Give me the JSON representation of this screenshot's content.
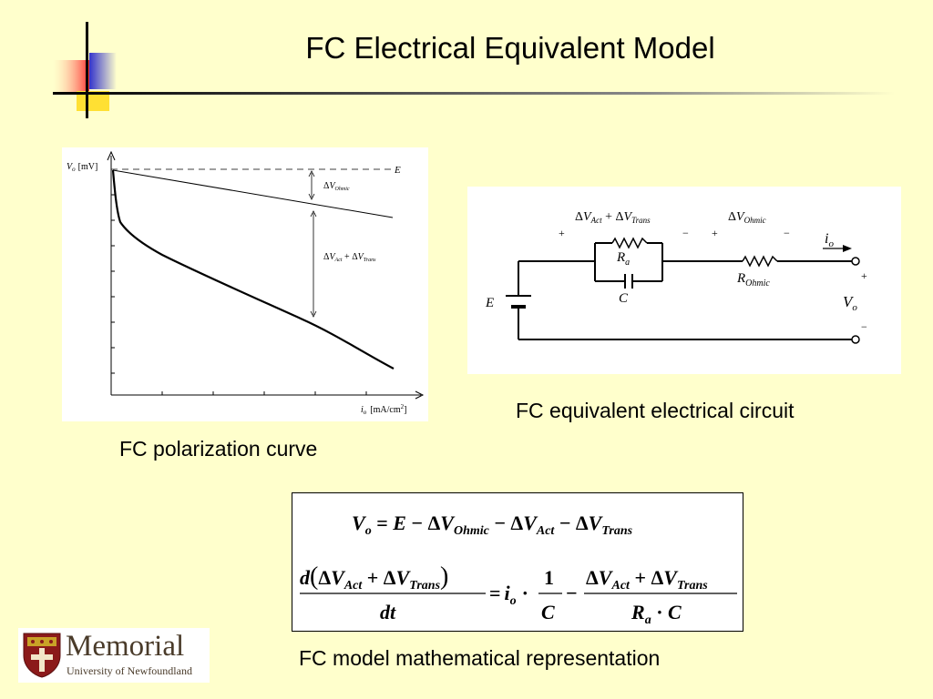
{
  "slide": {
    "title": "FC Electrical Equivalent Model",
    "accent_colors": {
      "red": "#FF3333",
      "blue": "#3333CC",
      "yellow": "#FFE033",
      "line": "#000000"
    }
  },
  "polarization_chart": {
    "caption": "FC polarization curve",
    "y_axis_label": {
      "main": "V",
      "sub": "o",
      "unit": "[mV]"
    },
    "x_axis_label": {
      "main": "i",
      "sub": "o",
      "unit": "[mA/cm",
      "sup": "2",
      "close": "]"
    },
    "reference_label": "E",
    "ohmic_drop_label": {
      "delta": "Δ",
      "main": "V",
      "sub": "Ohmic"
    },
    "act_trans_label": {
      "d1": "Δ",
      "v1": "V",
      "s1": "Act",
      "plus": " + ",
      "d2": "Δ",
      "v2": "V",
      "s2": "Trans"
    }
  },
  "circuit": {
    "caption": "FC equivalent electrical circuit",
    "top_left_label": {
      "d1": "Δ",
      "v1": "V",
      "s1": "Act",
      "plus": " + ",
      "d2": "Δ",
      "v2": "V",
      "s2": "Trans"
    },
    "top_right_label": {
      "d": "Δ",
      "v": "V",
      "s": "Ohmic"
    },
    "plus": "+",
    "minus": "−",
    "current_label": {
      "main": "i",
      "sub": "o"
    },
    "ra_label": {
      "main": "R",
      "sub": "a"
    },
    "c_label": "C",
    "rohmic_label": {
      "main": "R",
      "sub": "Ohmic"
    },
    "e_label": "E",
    "vo_label": {
      "main": "V",
      "sub": "o"
    }
  },
  "model": {
    "caption": "FC model mathematical representation",
    "eq1": {
      "lhs": "V",
      "lhs_sub": "o",
      "eq": " = ",
      "e": "E",
      "m1": " − Δ",
      "v1": "V",
      "s1": "Ohmic",
      "m2": " − Δ",
      "v2": "V",
      "s2": "Act",
      "m3": " − Δ",
      "v3": "V",
      "s3": "Trans"
    },
    "eq2": {
      "num_d": "d",
      "num_open": "(",
      "num_d1": "Δ",
      "num_v1": "V",
      "num_s1": "Act",
      "num_plus": " + Δ",
      "num_v2": "V",
      "num_s2": "Trans",
      "num_close": ")",
      "den_dt": "dt",
      "eq": "=",
      "io": "i",
      "io_sub": "o",
      "dot": "·",
      "one": "1",
      "c": "C",
      "minus": "−",
      "r_num_d1": "Δ",
      "r_num_v1": "V",
      "r_num_s1": "Act",
      "r_num_plus": " + Δ",
      "r_num_v2": "V",
      "r_num_s2": "Trans",
      "r_den_r": "R",
      "r_den_sub": "a",
      "r_den_dot": " · ",
      "r_den_c": "C"
    }
  },
  "logo": {
    "name": "Memorial",
    "subtitle": "University of Newfoundland"
  }
}
